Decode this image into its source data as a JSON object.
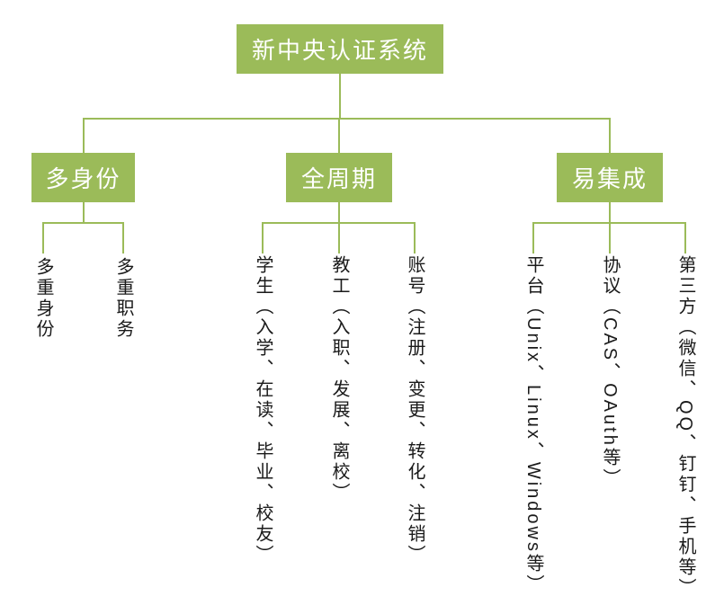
{
  "diagram": {
    "type": "org-chart-tree",
    "root": {
      "label": "新中央认证系统"
    },
    "branches": [
      {
        "label": "多身份",
        "children": [
          {
            "label": "多重身份"
          },
          {
            "label": "多重职务"
          }
        ]
      },
      {
        "label": "全周期",
        "children": [
          {
            "label": "学生（入学、在读、毕业、校友）"
          },
          {
            "label": "教工（入职、发展、离校）"
          },
          {
            "label": "账号（注册、变更、转化、注销）"
          }
        ]
      },
      {
        "label": "易集成",
        "children": [
          {
            "label": "平台（Unix、Linux、Windows等）"
          },
          {
            "label": "协议（CAS、OAuth等）"
          },
          {
            "label": "第三方（微信、QQ、钉钉、手机等）"
          }
        ]
      }
    ],
    "colors": {
      "node_fill": "#9bbb59",
      "node_text": "#ffffff",
      "connector": "#9bbb59",
      "leaf_text": "#1a1a1a",
      "background": "#ffffff"
    }
  }
}
